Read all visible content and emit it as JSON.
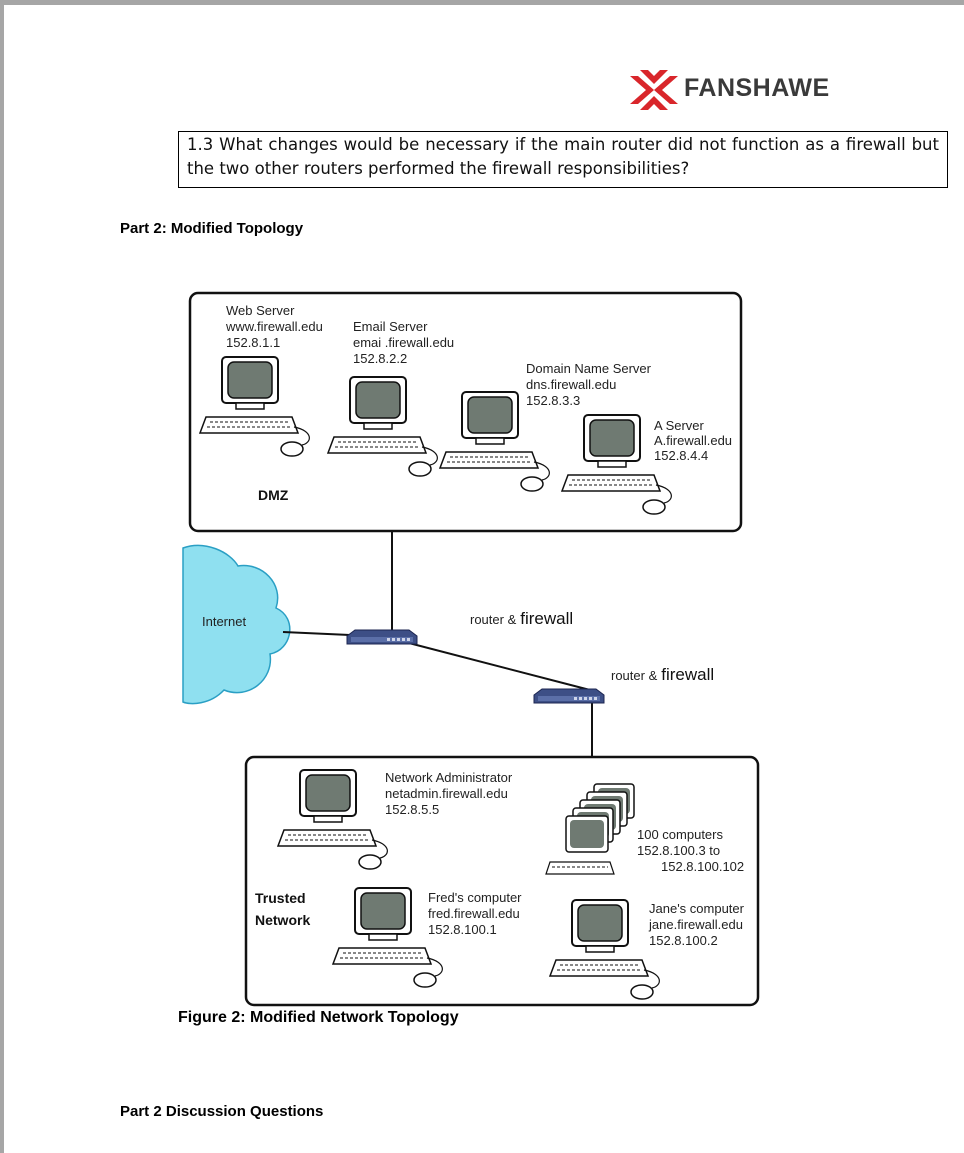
{
  "logo": {
    "text": "FANSHAWE"
  },
  "question": {
    "text": "1.3 What changes would be necessary if the main router did not function as a firewall but the two other routers performed the firewall responsibilities?"
  },
  "part2_heading": "Part 2: Modified Topology",
  "diagram": {
    "dmz": {
      "zone_label": "DMZ",
      "web_server": [
        "Web Server",
        "www.firewall.edu",
        "152.8.1.1"
      ],
      "email_server": [
        "Email Server",
        "emai .firewall.edu",
        "152.8.2.2"
      ],
      "dns_server": [
        "Domain Name Server",
        "dns.firewall.edu",
        "152.8.3.3"
      ],
      "a_server": [
        "A Server",
        "A.firewall.edu",
        "152.8.4.4"
      ]
    },
    "internet_label": "Internet",
    "router1": {
      "prefix": "router &",
      "name": "firewall"
    },
    "router2": {
      "prefix": "router &",
      "name": "firewall"
    },
    "trusted": {
      "zone_label": [
        "Trusted",
        "Network"
      ],
      "netadmin": [
        "Network Administrator",
        "netadmin.firewall.edu",
        "152.8.5.5"
      ],
      "computers100": [
        "100 computers",
        "152.8.100.3  to",
        "152.8.100.102"
      ],
      "fred": [
        "Fred's computer",
        "fred.firewall.edu",
        "152.8.100.1"
      ],
      "jane": [
        "Jane's computer",
        "jane.firewall.edu",
        "152.8.100.2"
      ]
    }
  },
  "figure_caption": "Figure 2: Modified Network Topology",
  "discussion_heading": "Part 2 Discussion Questions"
}
